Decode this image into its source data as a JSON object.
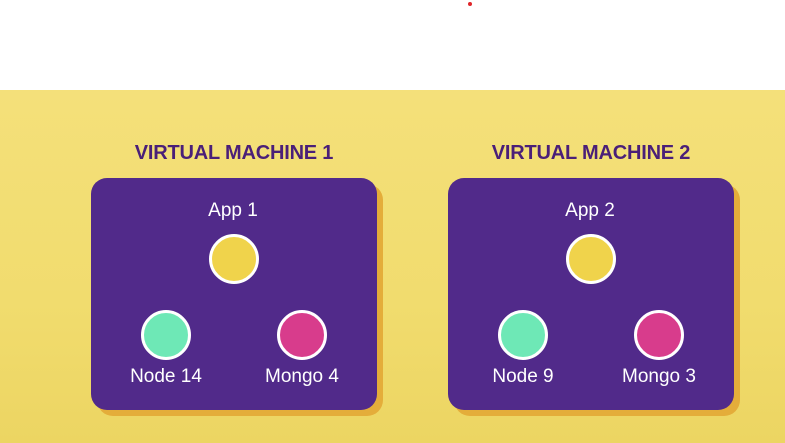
{
  "colors": {
    "background_yellow": "#f1dc6e",
    "vm_box": "#512a8a",
    "title_text": "#4a1f78",
    "app_node": "#f0d34b",
    "node_node": "#6ee8b6",
    "mongo_node": "#d83c8c",
    "box_shadow": "#e4ad3a"
  },
  "vms": [
    {
      "title": "VIRTUAL MACHINE 1",
      "app": "App 1",
      "node": "Node 14",
      "mongo": "Mongo 4"
    },
    {
      "title": "VIRTUAL MACHINE 2",
      "app": "App 2",
      "node": "Node 9",
      "mongo": "Mongo 3"
    }
  ]
}
